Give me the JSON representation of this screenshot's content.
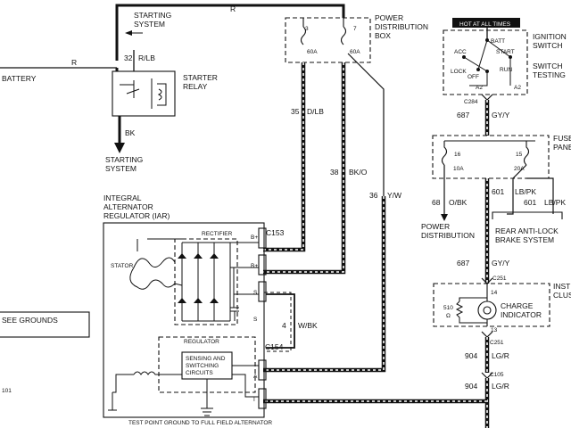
{
  "labels": {
    "wire_r_top": "R",
    "wire_r_left": "R",
    "starting_system_top_1": "STARTING",
    "starting_system_top_2": "SYSTEM",
    "battery": "BATTERY",
    "wire_32": "32",
    "wire_r_lb": "R/LB",
    "starter_relay_1": "STARTER",
    "starter_relay_2": "RELAY",
    "wire_bk": "BK",
    "starting_system_bot_1": "STARTING",
    "starting_system_bot_2": "SYSTEM",
    "power_dist_box_1": "POWER",
    "power_dist_box_2": "DISTRIBUTION",
    "power_dist_box_3": "BOX",
    "fuse_3": "3",
    "fuse_7": "7",
    "fuse_60a_1": "60A",
    "fuse_60a_2": "60A",
    "wire_35": "35",
    "wire_dlb": "D/LB",
    "wire_38": "38",
    "wire_bko": "BK/O",
    "wire_36": "36",
    "wire_yw": "Y/W",
    "hot_at_all_times": "HOT AT ALL TIMES",
    "ignition_switch_1": "IGNITION",
    "ignition_switch_2": "SWITCH",
    "switch_testing_1": "SWITCH",
    "switch_testing_2": "TESTING",
    "batt": "BATT",
    "acc": "ACC",
    "start": "START",
    "lock": "LOCK",
    "off": "OFF",
    "run": "RUN",
    "a2_1": "A2",
    "a2_2": "A2",
    "c284": "C284",
    "wire_687_top": "687",
    "wire_gyy_top": "GY/Y",
    "fuse_panel_1": "FUSE",
    "fuse_panel_2": "PANEL",
    "fuse_16": "16",
    "fuse_15": "15",
    "fuse_10a": "10A",
    "fuse_20a": "20A",
    "wire_68": "68",
    "wire_dbk": "O/BK",
    "wire_601_1": "601",
    "wire_lbpk_1": "LB/PK",
    "wire_601_2": "601",
    "wire_lbpk_2": "LB/PK",
    "power_distribution_1": "POWER",
    "power_distribution_2": "DISTRIBUTION",
    "rear_antilock_1": "REAR ANTI-LOCK",
    "rear_antilock_2": "BRAKE SYSTEM",
    "iar_1": "INTEGRAL",
    "iar_2": "ALTERNATOR",
    "iar_3": "REGULATOR (IAR)",
    "rectifier": "RECTIFIER",
    "stator": "STATOR",
    "c153": "C153",
    "term_b1": "B+",
    "term_b2": "B+",
    "term_s": "S",
    "term_s2": "S",
    "term_a": "A",
    "term_i": "I",
    "c154": "C154",
    "wire_4": "4",
    "wire_wbk": "W/BK",
    "regulator": "REGULATOR",
    "sensing_1": "SENSING AND",
    "sensing_2": "SWITCHING",
    "sensing_3": "CIRCUITS",
    "wire_687_mid": "687",
    "wire_gyy_mid": "GY/Y",
    "c251_top": "C251",
    "instrument_1": "INSTRUMENT",
    "instrument_2": "CLUSTER",
    "pin_14": "14",
    "pin_13": "13",
    "res_510": "510",
    "res_ohm": "Ω",
    "charge_1": "CHARGE",
    "charge_2": "INDICATOR",
    "c251_bot": "C251",
    "wire_904_1": "904",
    "wire_lgr_1": "LG/R",
    "c105": "C105",
    "wire_904_2": "904",
    "wire_lgr_2": "LG/R",
    "see_grounds": "SEE GROUNDS",
    "ref_101": "101",
    "test_point": "TEST POINT GROUND TO  FULL FIELD  ALTERNATOR"
  },
  "colors": {
    "ink": "#111111",
    "background": "#ffffff"
  }
}
